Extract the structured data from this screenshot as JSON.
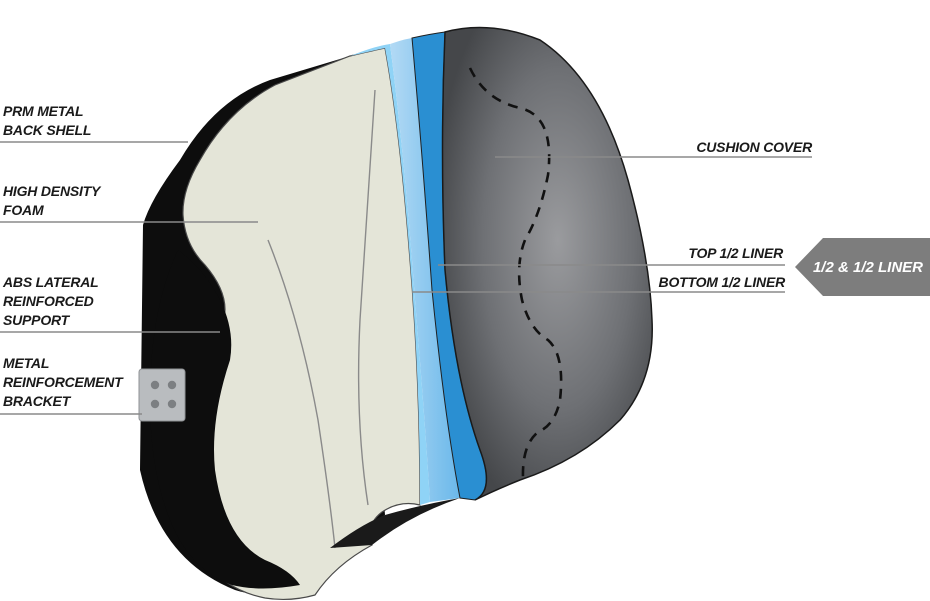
{
  "labels": {
    "back_shell": [
      "PRM METAL",
      "BACK SHELL"
    ],
    "foam": [
      "HIGH DENSITY",
      "FOAM"
    ],
    "abs_support": [
      "ABS LATERAL",
      "REINFORCED",
      "SUPPORT"
    ],
    "bracket": [
      "METAL",
      "REINFORCEMENT",
      "BRACKET"
    ],
    "cushion_cover": "CUSHION COVER",
    "top_liner": "TOP 1/2 LINER",
    "bottom_liner": "BOTTOM 1/2 LINER",
    "liner_badge": "1/2 & 1/2 LINER"
  },
  "colors": {
    "shell": "#0d0d0d",
    "foam": "#e4e5d8",
    "light_liner": "#8fd3f6",
    "mid_liner": "#5ab9ef",
    "dark_liner": "#2a8fd2",
    "cover": "#6b6d71",
    "badge": "#7d7d7d",
    "bracket": "#b9bcbf"
  }
}
